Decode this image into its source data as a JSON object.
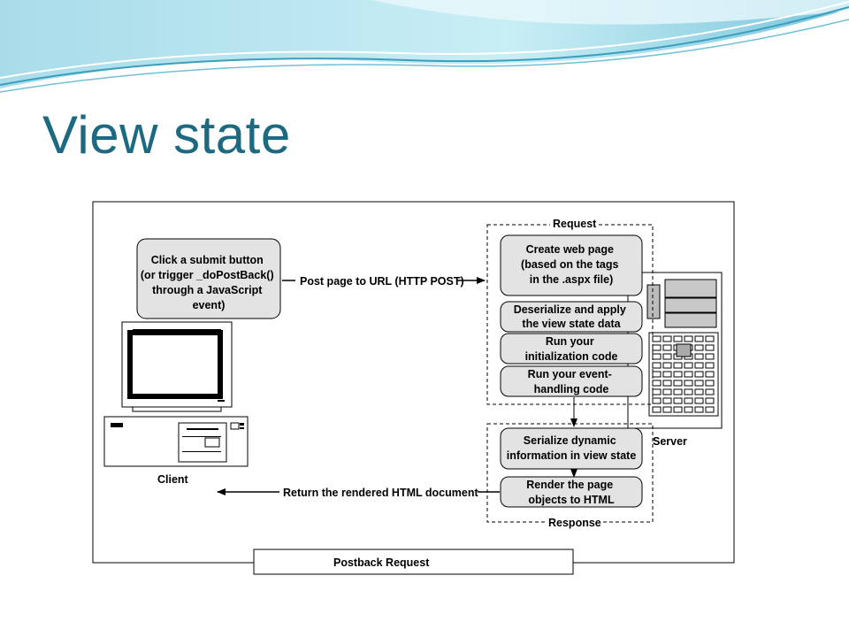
{
  "slide": {
    "title": "View state"
  },
  "client": {
    "action_lines": [
      "Click a submit button",
      "(or trigger _doPostBack()",
      "through a JavaScript",
      "event)"
    ],
    "label": "Client"
  },
  "server": {
    "label": "Server"
  },
  "arrows": {
    "post": "Post page to URL (HTTP POST)",
    "return": "Return the rendered HTML document"
  },
  "request": {
    "label": "Request",
    "steps": [
      {
        "lines": [
          "Create web page",
          "(based on the tags",
          "in the .aspx file)"
        ]
      },
      {
        "lines": [
          "Deserialize and apply",
          "the view state data"
        ]
      },
      {
        "lines": [
          "Run your",
          "initialization code"
        ]
      },
      {
        "lines": [
          "Run your event-",
          "handling code"
        ]
      }
    ]
  },
  "response": {
    "label": "Response",
    "steps": [
      {
        "lines": [
          "Serialize dynamic",
          "information in view state"
        ]
      },
      {
        "lines": [
          "Render the page",
          "objects to HTML"
        ]
      }
    ]
  },
  "caption": "Postback Request",
  "colors": {
    "title": "#1b6a82",
    "box_fill": "#e3e3e3",
    "wave_light": "#bfe6f0",
    "wave_mid": "#8fd0e2",
    "wave_dark": "#3a9fbd"
  }
}
